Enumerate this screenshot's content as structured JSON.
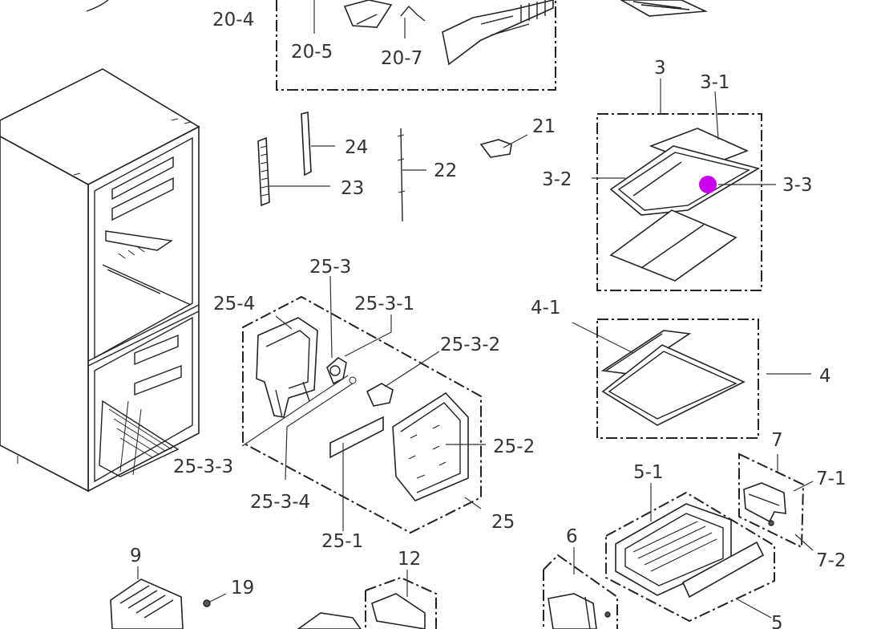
{
  "labels": {
    "l20_4": "20-4",
    "l20_5": "20-5",
    "l20_7": "20-7",
    "l3": "3",
    "l3_1": "3-1",
    "l3_2": "3-2",
    "l3_3": "3-3",
    "l21": "21",
    "l22": "22",
    "l23": "23",
    "l24": "24",
    "l4": "4",
    "l4_1": "4-1",
    "l25": "25",
    "l25_1": "25-1",
    "l25_2": "25-2",
    "l25_3": "25-3",
    "l25_3_1": "25-3-1",
    "l25_3_2": "25-3-2",
    "l25_3_3": "25-3-3",
    "l25_3_4": "25-3-4",
    "l25_4": "25-4",
    "l5": "5",
    "l5_1": "5-1",
    "l6": "6",
    "l7": "7",
    "l7_1": "7-1",
    "l7_2": "7-2",
    "l9": "9",
    "l12": "12",
    "l19": "19"
  },
  "colors": {
    "marker": "#cc00ee"
  }
}
